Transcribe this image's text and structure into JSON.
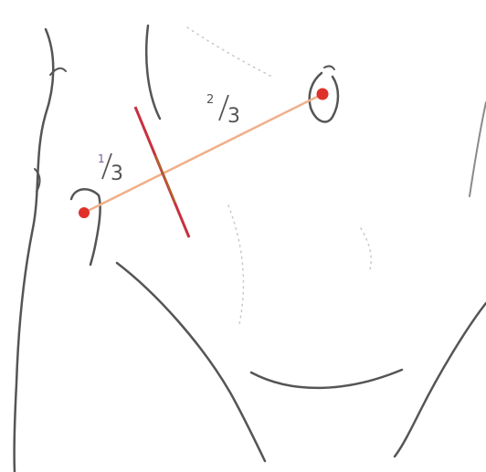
{
  "labels": {
    "one_third_numerator": "1",
    "one_third_denominator": "3",
    "two_thirds_numerator": "2",
    "two_thirds_denominator": "3"
  },
  "colors": {
    "outline": "#555555",
    "outline_light": "#8a8a8a",
    "measure_line": "#f0b08a",
    "point": "#e0302a",
    "incision": "#c8303e",
    "incision_overlay": "#9a8a20",
    "text": "#555555",
    "dotted": "#c8c8c8"
  }
}
